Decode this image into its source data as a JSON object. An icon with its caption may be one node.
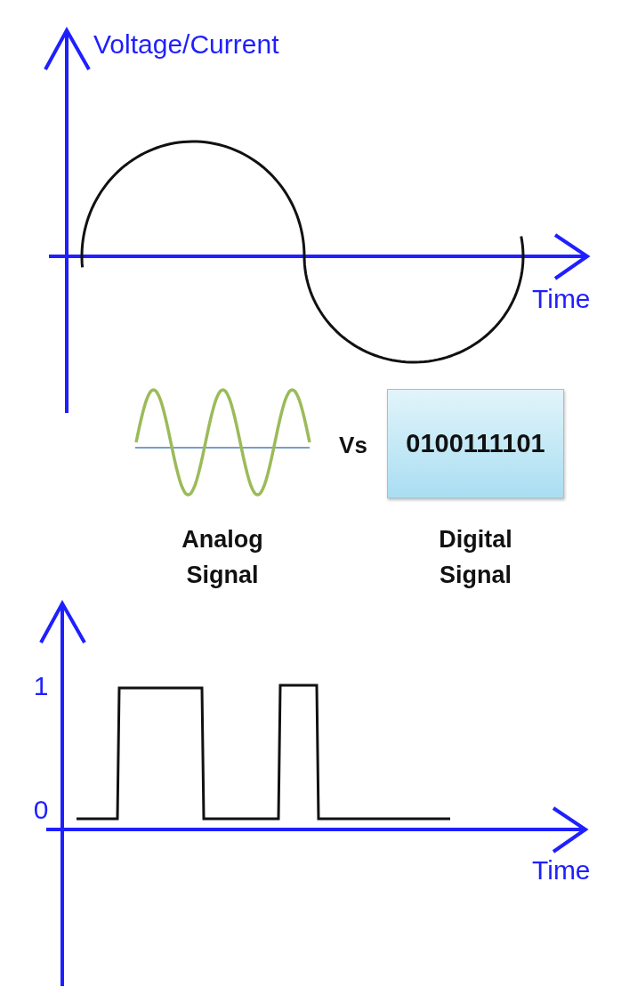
{
  "diagram": {
    "nodes": [
      {
        "text": [],
        "shape": "picture",
        "beside": [
          "Analog Signal"
        ]
      },
      {
        "text": [
          "0100111101"
        ],
        "beside": [
          "Digital Signal"
        ]
      }
    ],
    "labels": [
      "Voltage/Current",
      "Time",
      "Vs",
      "1",
      "0",
      "Time"
    ]
  }
}
